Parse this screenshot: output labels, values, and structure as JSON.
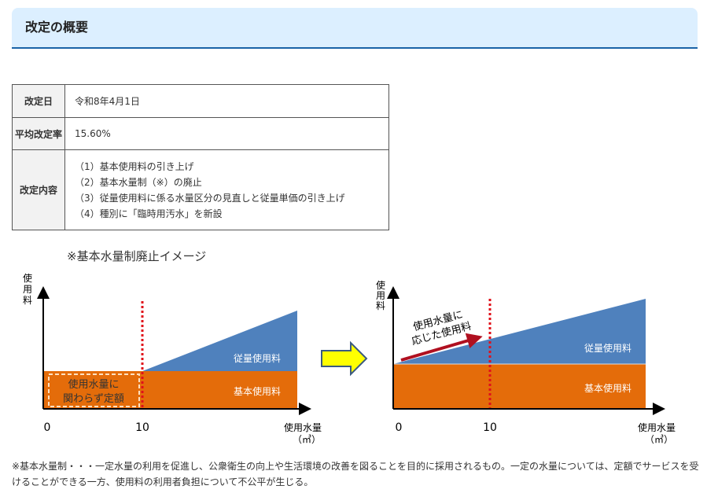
{
  "section_title": "改定の概要",
  "table": {
    "rows": [
      {
        "label": "改定日",
        "value": "令和8年4月1日"
      },
      {
        "label": "平均改定率",
        "value": "15.60%"
      },
      {
        "label": "改定内容",
        "items": [
          "（1）基本使用料の引き上げ",
          "（2）基本水量制（※）の廃止",
          "（3）従量使用料に係る水量区分の見直しと従量単価の引き上げ",
          "（4）種別に「臨時用汚水」を新設"
        ]
      }
    ]
  },
  "figure": {
    "title": "※基本水量制廃止イメージ",
    "y_label": [
      "使",
      "用",
      "料"
    ],
    "x_label": "使用水量",
    "x_unit": "（㎥）",
    "tick_0": "0",
    "tick_10": "10",
    "left": {
      "variable": "従量使用料",
      "base": "基本使用料",
      "fixed_note": [
        "使用水量に",
        "関わらず定額"
      ]
    },
    "right": {
      "variable": "従量使用料",
      "base": "基本使用料",
      "arrow_note": [
        "使用水量に",
        "応じた使用料"
      ]
    },
    "colors": {
      "orange": "#e46c0a",
      "blue": "#4f81bd",
      "red": "#e0101a",
      "arrow_red": "#b01020",
      "yellow": "#ffff00"
    }
  },
  "note": "※基本水量制・・・一定水量の利用を促進し、公衆衛生の向上や生活環境の改善を図ることを目的に採用されるもの。一定の水量については、定額でサービスを受けることができる一方、使用料の利用者負担について不公平が生じる。"
}
